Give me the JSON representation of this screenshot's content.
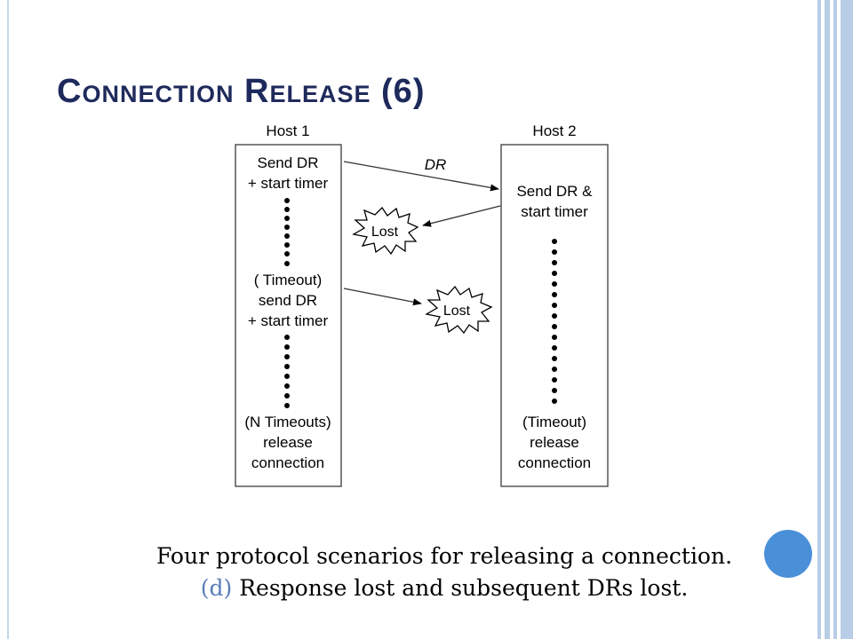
{
  "slide": {
    "title": "Connection Release (6)",
    "caption_line1": "Four protocol scenarios for releasing a connection.",
    "caption_prefix": "(d)",
    "caption_line2": " Response lost and subsequent DRs lost."
  },
  "diagram": {
    "host1_label": "Host 1",
    "host2_label": "Host 2",
    "host1_steps": [
      "Send DR",
      "+ start timer",
      "( Timeout)",
      "send DR",
      "+ start timer",
      "(N Timeouts)",
      "release",
      "connection"
    ],
    "host2_steps": [
      "Send DR &",
      "start timer",
      "(Timeout)",
      "release",
      "connection"
    ],
    "message_label": "DR",
    "lost_label": "Lost"
  },
  "colors": {
    "title": "#1f2a5c",
    "accent": "#4a90d9",
    "sidebar": "#b9cde6",
    "caption_prefix": "#5a7db8"
  }
}
